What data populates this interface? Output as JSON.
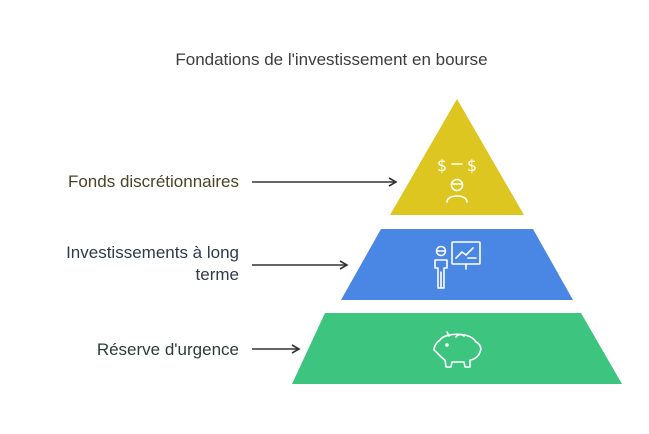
{
  "title": "Fondations de l'investissement en bourse",
  "levels": [
    {
      "label": "Fonds discrétionnaires",
      "icon": "dollar-exchange-person-icon",
      "color": "#DCC61F",
      "text_color": "#4A4525"
    },
    {
      "label_line1": "Investissements à long",
      "label_line2": "terme",
      "icon": "presenter-chart-icon",
      "color": "#4A86E4",
      "text_color": "#2F3A4B"
    },
    {
      "label": "Réserve d'urgence",
      "icon": "piggy-bank-icon",
      "color": "#3DC47E",
      "text_color": "#2E3D35"
    }
  ]
}
